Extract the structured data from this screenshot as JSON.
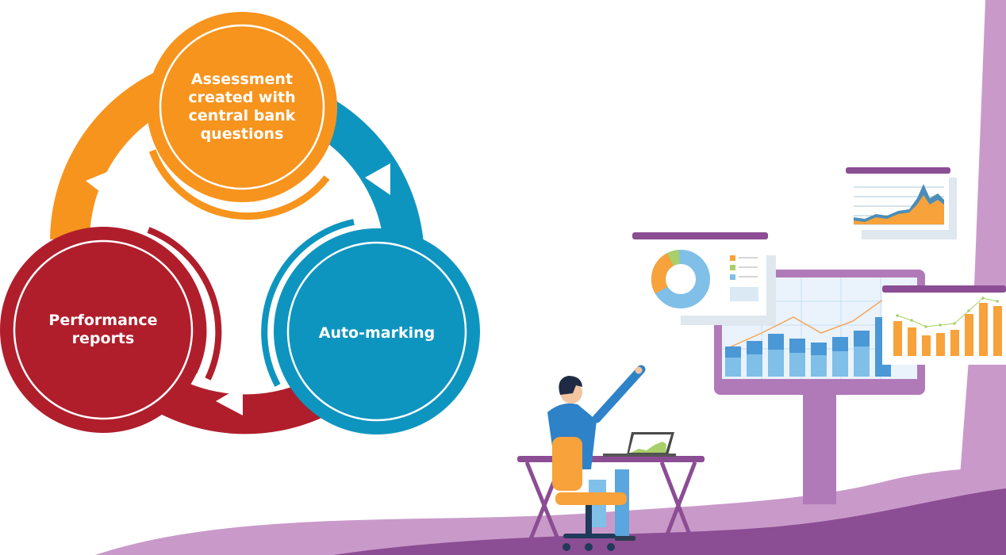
{
  "cycle": {
    "nodes": [
      {
        "label": "Assessment\ncreated with\ncentral bank\nquestions",
        "color": "#f7941d"
      },
      {
        "label": "Auto-marking",
        "color": "#0e95bf"
      },
      {
        "label": "Performance\nreports",
        "color": "#b01e2c"
      }
    ]
  },
  "colors": {
    "purple_dark": "#8b4d93",
    "purple_light": "#c99ac9",
    "orange": "#f7941d",
    "blue": "#0e95bf",
    "red": "#b01e2c"
  }
}
